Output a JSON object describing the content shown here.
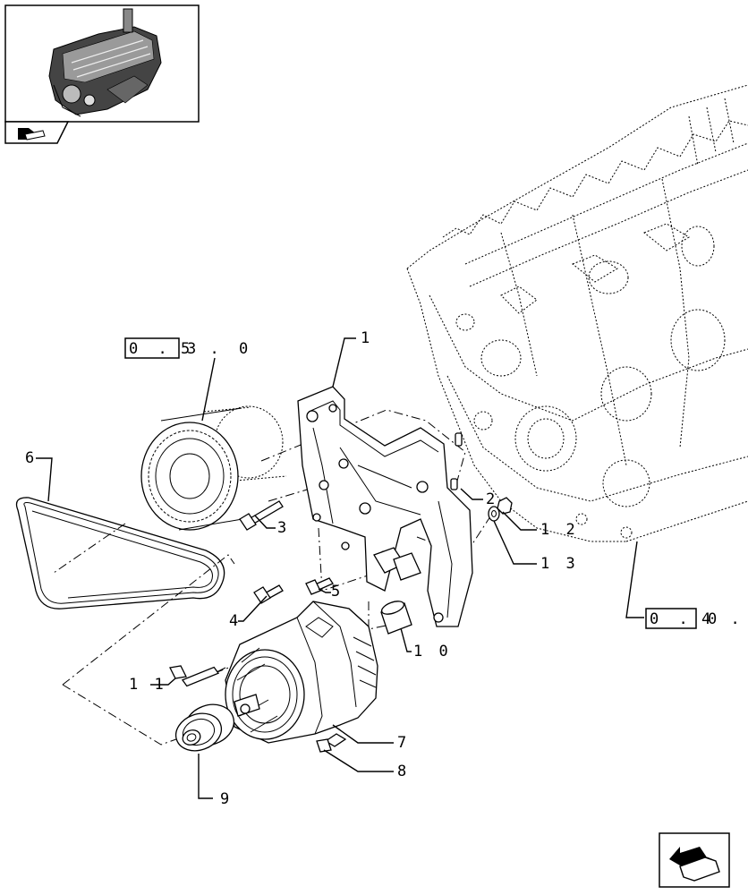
{
  "callouts": {
    "c1": "1",
    "c2": "2",
    "c3": "3",
    "c4": "4",
    "c5": "5",
    "c6": "6",
    "c7": "7",
    "c8": "8",
    "c9": "9",
    "c10": "1 0",
    "c11": "1 1",
    "c12": "1 2",
    "c13": "1 3"
  },
  "references": {
    "flywheel_ref_boxed": "0 . 3",
    "flywheel_ref_tail": "5 . 0",
    "block_ref_boxed": "0 . 0",
    "block_ref_tail": "4 . 0"
  },
  "icons": {
    "thumbnail": "engine-thumbnail-icon",
    "nav_top": "folder-arrow-icon",
    "nav_bottom": "next-page-arrow-icon"
  }
}
